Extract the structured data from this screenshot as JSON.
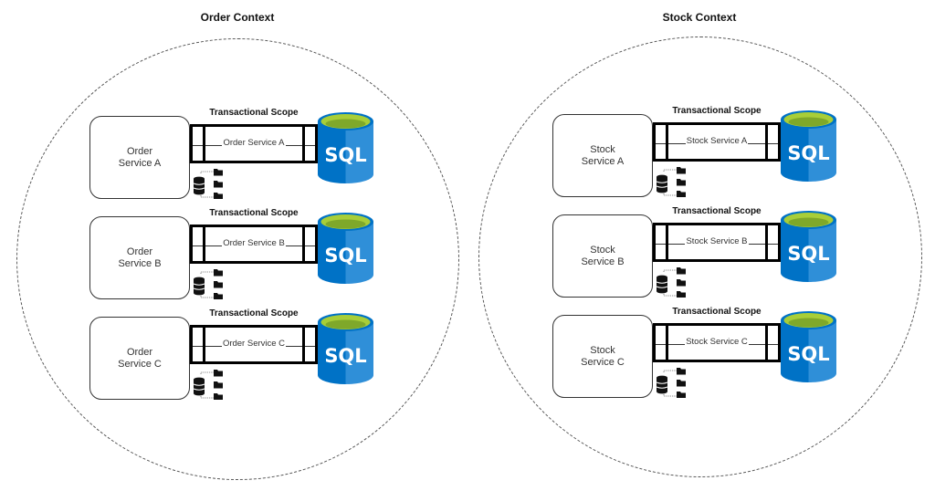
{
  "contexts": [
    {
      "title": "Order Context",
      "services": [
        {
          "box_line1": "Order",
          "box_line2": "Service A",
          "scope_label": "Transactional Scope",
          "scope_text": "Order Service A",
          "db_label": "SQL"
        },
        {
          "box_line1": "Order",
          "box_line2": "Service B",
          "scope_label": "Transactional Scope",
          "scope_text": "Order Service B",
          "db_label": "SQL"
        },
        {
          "box_line1": "Order",
          "box_line2": "Service C",
          "scope_label": "Transactional Scope",
          "scope_text": "Order Service C",
          "db_label": "SQL"
        }
      ]
    },
    {
      "title": "Stock Context",
      "services": [
        {
          "box_line1": "Stock",
          "box_line2": "Service A",
          "scope_label": "Transactional Scope",
          "scope_text": "Stock Service A",
          "db_label": "SQL"
        },
        {
          "box_line1": "Stock",
          "box_line2": "Service B",
          "scope_label": "Transactional Scope",
          "scope_text": "Stock Service B",
          "db_label": "SQL"
        },
        {
          "box_line1": "Stock",
          "box_line2": "Service C",
          "scope_label": "Transactional Scope",
          "scope_text": "Stock Service C",
          "db_label": "SQL"
        }
      ]
    }
  ],
  "icons": {
    "database": "sql-database-icon",
    "local_storage": "database-files-icon"
  },
  "colors": {
    "sql_blue_dark": "#0072C6",
    "sql_blue_light": "#2F8FD8",
    "sql_top_green": "#A8CE38",
    "sql_top_green_dark": "#7FA82A"
  }
}
